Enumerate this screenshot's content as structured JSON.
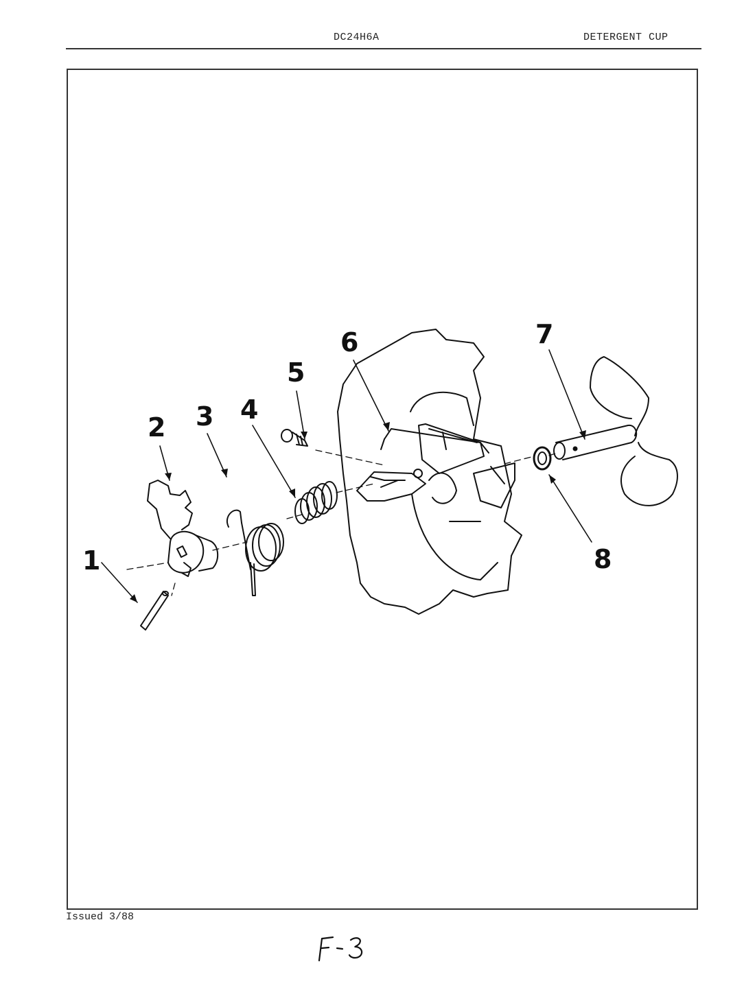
{
  "header": {
    "model": "DC24H6A",
    "title": "DETERGENT CUP"
  },
  "footer": {
    "issued": "Issued 3/88",
    "page_mark": "F-3"
  },
  "callouts": [
    "1",
    "2",
    "3",
    "4",
    "5",
    "6",
    "7",
    "8"
  ]
}
